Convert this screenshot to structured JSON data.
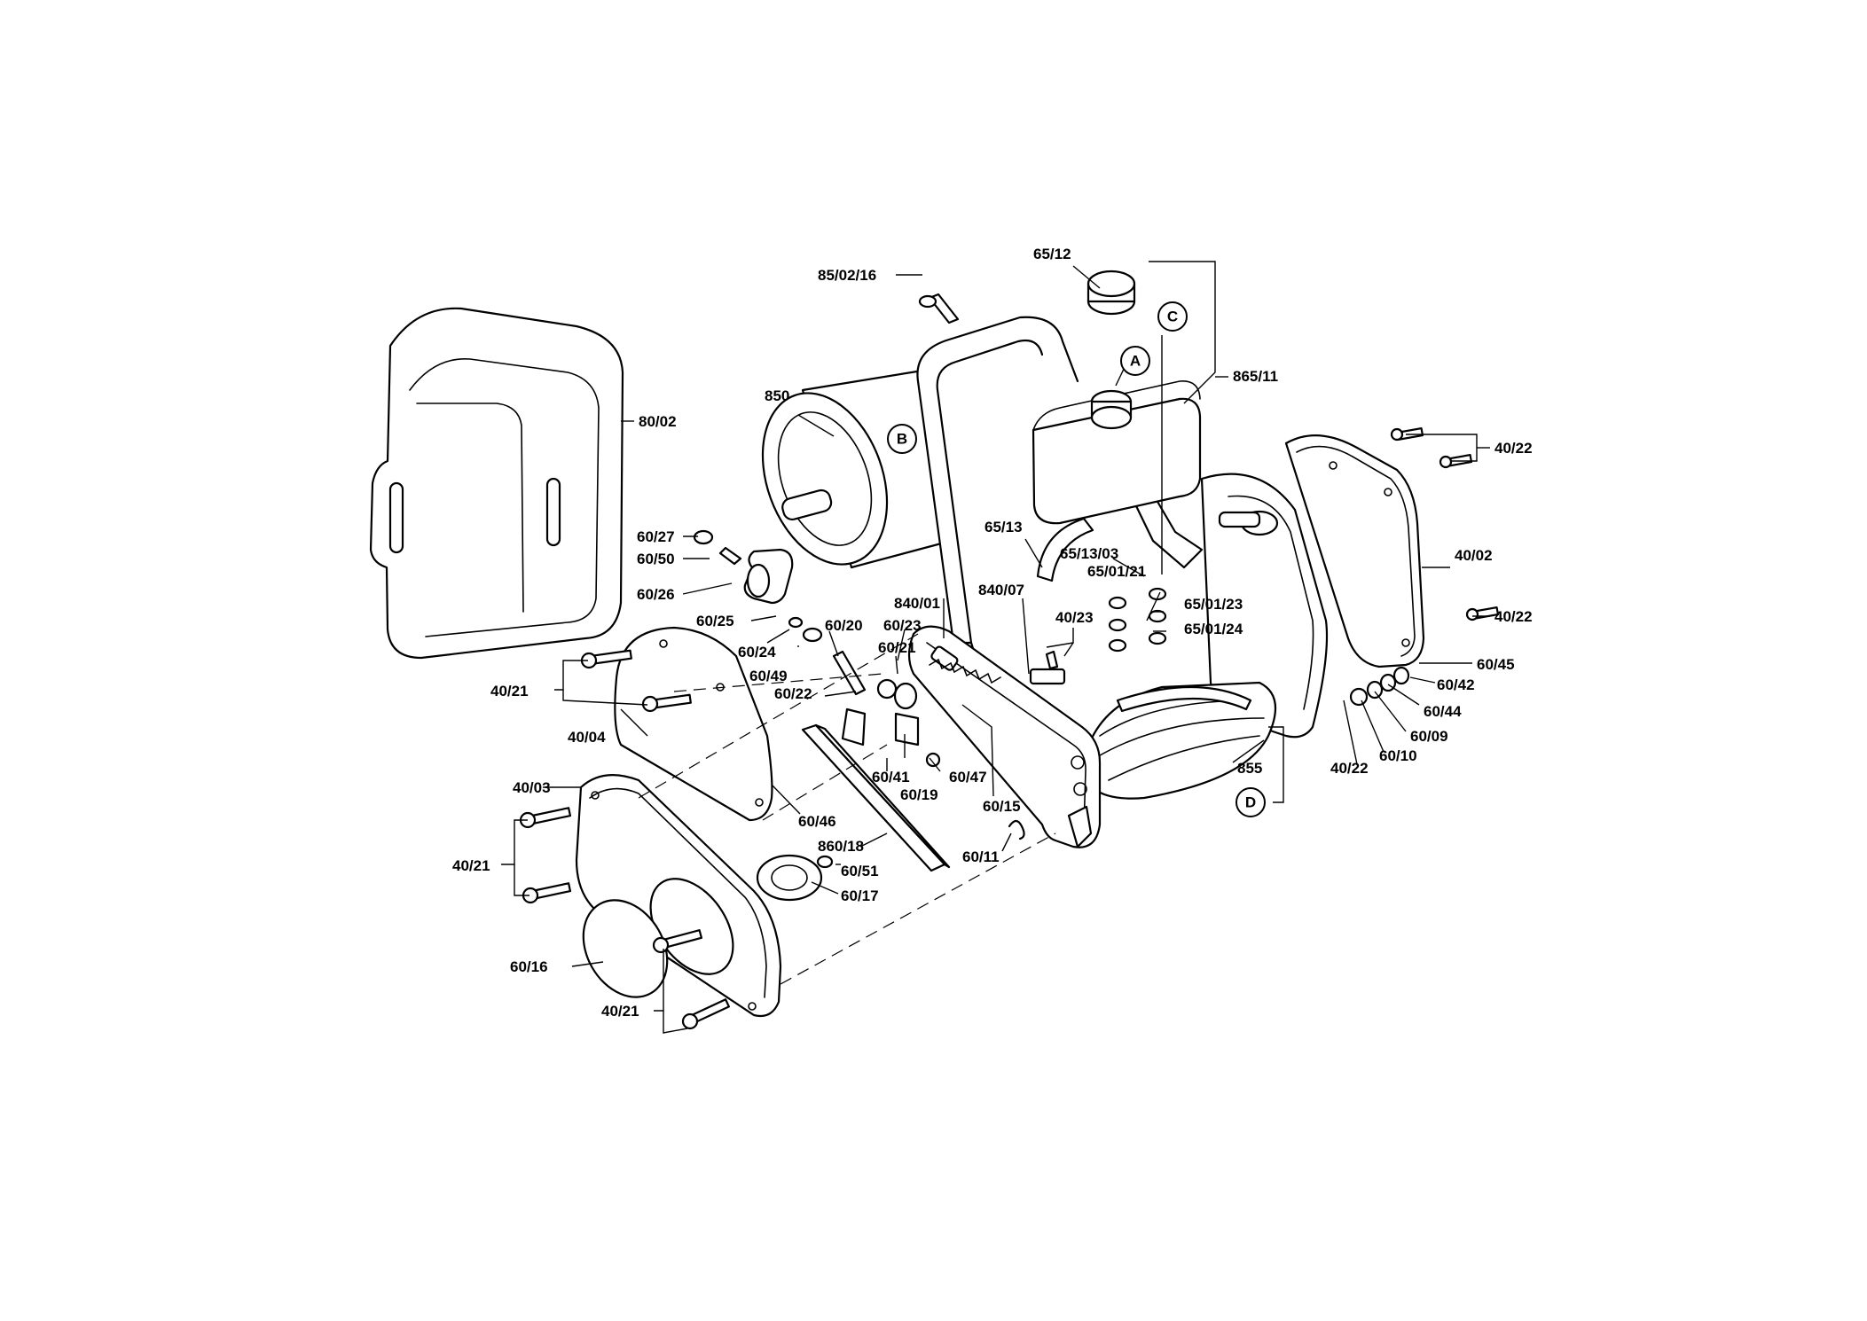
{
  "labels": {
    "l_65_12": "65/12",
    "l_85_02_16": "85/02/16",
    "l_865_11": "865/11",
    "l_80_02": "80/02",
    "l_850": "850",
    "l_40_22_a": "40/22",
    "l_40_22_b": "40/22",
    "l_40_22_c": "40/22",
    "l_40_02": "40/02",
    "l_65_13": "65/13",
    "l_65_13_03": "65/13/03",
    "l_65_01_21": "65/01/21",
    "l_65_01_23": "65/01/23",
    "l_65_01_24": "65/01/24",
    "l_40_23": "40/23",
    "l_60_27": "60/27",
    "l_60_50": "60/50",
    "l_60_26": "60/26",
    "l_60_25": "60/25",
    "l_60_24": "60/24",
    "l_60_49": "60/49",
    "l_60_20": "60/20",
    "l_60_23": "60/23",
    "l_840_01": "840/01",
    "l_840_07": "840/07",
    "l_60_21": "60/21",
    "l_60_22": "60/22",
    "l_40_21_a": "40/21",
    "l_40_04": "40/04",
    "l_40_03": "40/03",
    "l_40_21_b": "40/21",
    "l_60_46": "60/46",
    "l_60_41": "60/41",
    "l_60_19": "60/19",
    "l_60_47": "60/47",
    "l_60_15": "60/15",
    "l_60_11": "60/11",
    "l_860_18": "860/18",
    "l_60_51": "60/51",
    "l_60_17": "60/17",
    "l_60_16": "60/16",
    "l_40_21_c": "40/21",
    "l_855": "855",
    "l_60_45": "60/45",
    "l_60_42": "60/42",
    "l_60_44": "60/44",
    "l_60_09": "60/09",
    "l_60_10": "60/10"
  },
  "callouts": {
    "a": "A",
    "b": "B",
    "c": "C",
    "d": "D"
  }
}
